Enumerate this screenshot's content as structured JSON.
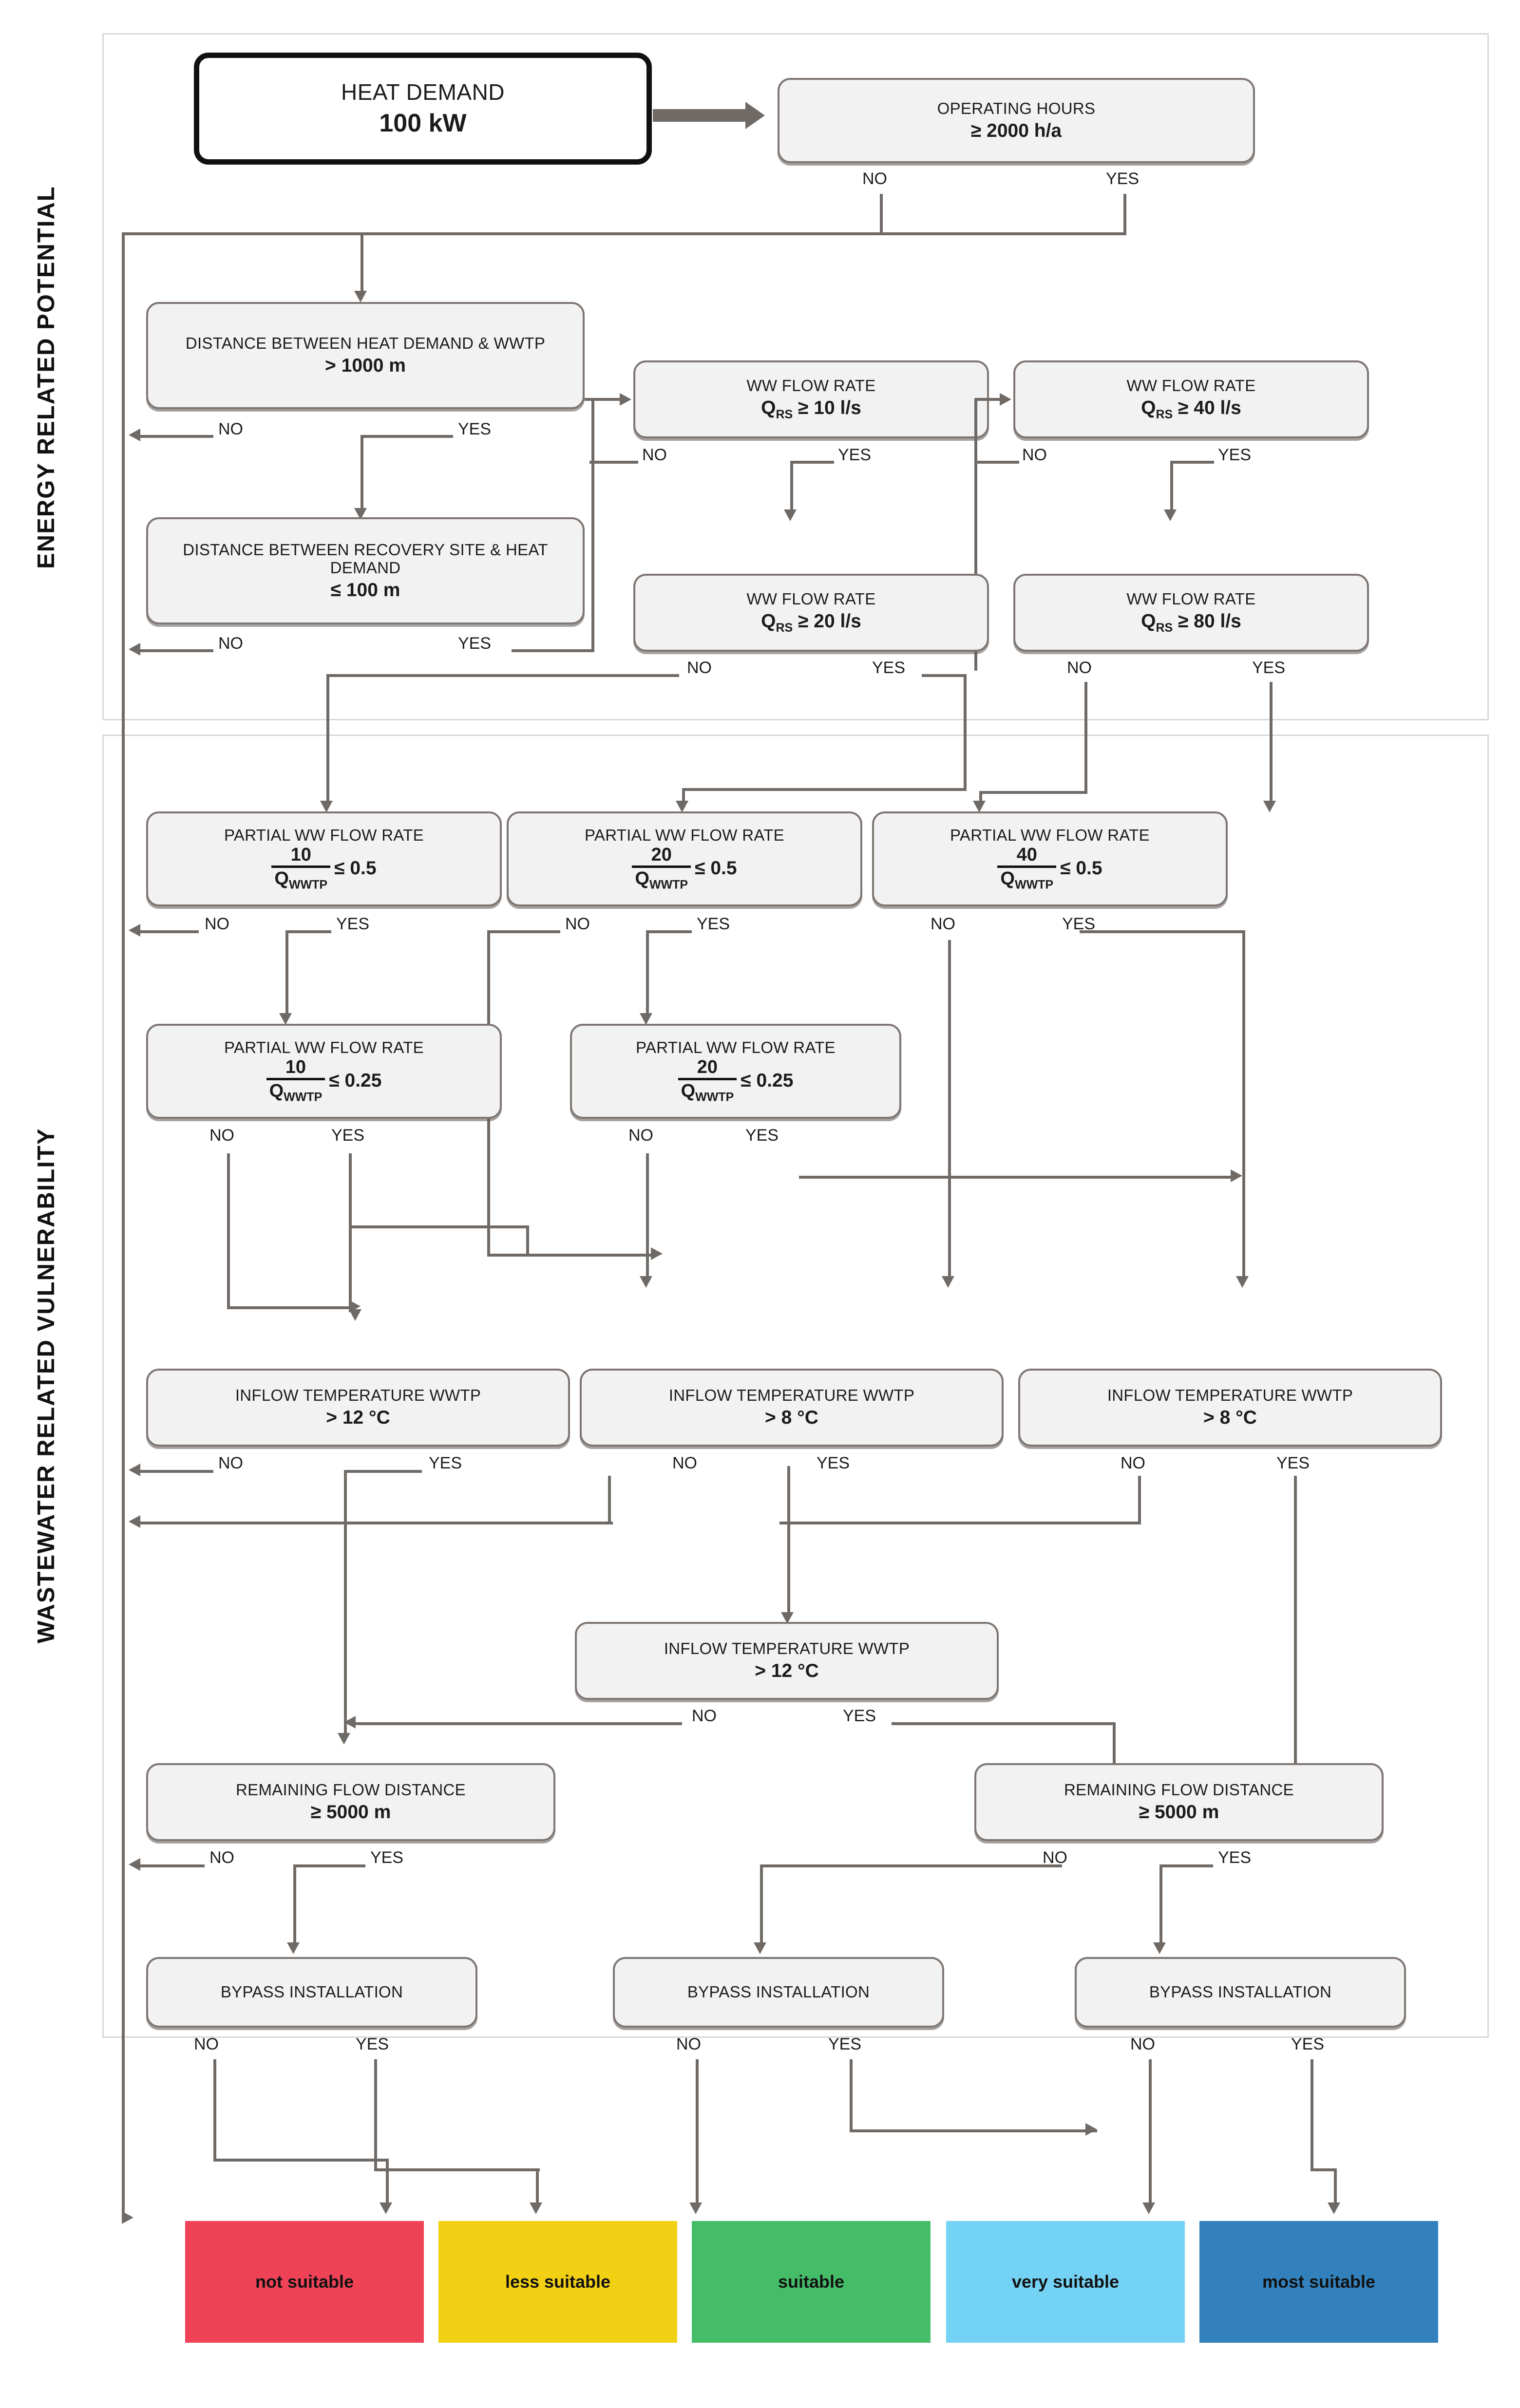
{
  "sections": {
    "energy": {
      "label": "ENERGY RELATED POTENTIAL"
    },
    "wastewater": {
      "label": "WASTEWATER RELATED VULNERABILITY"
    }
  },
  "labels": {
    "yes": "YES",
    "no": "NO"
  },
  "nodes": {
    "start": {
      "line1": "HEAT DEMAND",
      "line2": "100 kW"
    },
    "operating": {
      "line1": "OPERATING HOURS",
      "line2": "≥ 2000 h/a"
    },
    "dist_wwtp": {
      "line1": "DISTANCE BETWEEN HEAT DEMAND & WWTP",
      "line2": "> 1000 m"
    },
    "dist_site": {
      "line1": "DISTANCE BETWEEN RECOVERY SITE & HEAT DEMAND",
      "line2": "≤ 100 m"
    },
    "flow10": {
      "line1": "WW FLOW RATE",
      "line2": "QRS ≥ 10 l/s",
      "sym": "Q",
      "sub": "RS",
      "cmp": "≥ 10 l/s"
    },
    "flow40": {
      "line1": "WW FLOW RATE",
      "sym": "Q",
      "sub": "RS",
      "cmp": "≥ 40 l/s"
    },
    "flow20": {
      "line1": "WW FLOW RATE",
      "sym": "Q",
      "sub": "RS",
      "cmp": "≥ 20 l/s"
    },
    "flow80": {
      "line1": "WW FLOW RATE",
      "sym": "Q",
      "sub": "RS",
      "cmp": "≥ 80 l/s"
    },
    "partial10_50": {
      "line1": "PARTIAL  WW FLOW RATE",
      "num": "10",
      "den": "Q",
      "densub": "WWTP",
      "cmp": "≤ 0.5"
    },
    "partial20_50": {
      "line1": "PARTIAL  WW FLOW RATE",
      "num": "20",
      "den": "Q",
      "densub": "WWTP",
      "cmp": "≤ 0.5"
    },
    "partial40_50": {
      "line1": "PARTIAL  WW FLOW RATE",
      "num": "40",
      "den": "Q",
      "densub": "WWTP",
      "cmp": "≤ 0.5"
    },
    "partial10_25": {
      "line1": "PARTIAL  WW FLOW RATE",
      "num": "10",
      "den": "Q",
      "densub": "WWTP",
      "cmp": "≤ 0.25"
    },
    "partial20_25": {
      "line1": "PARTIAL  WW FLOW RATE",
      "num": "20",
      "den": "Q",
      "densub": "WWTP",
      "cmp": "≤ 0.25"
    },
    "temp12_left": {
      "line1": "INFLOW TEMPERATURE WWTP",
      "line2": "> 12 °C"
    },
    "temp8_mid": {
      "line1": "INFLOW TEMPERATURE WWTP",
      "line2": "> 8 °C"
    },
    "temp8_right": {
      "line1": "INFLOW TEMPERATURE WWTP",
      "line2": "> 8 °C"
    },
    "temp12_mid": {
      "line1": "INFLOW TEMPERATURE WWTP",
      "line2": "> 12 °C"
    },
    "dist_left": {
      "line1": "REMAINING  FLOW DISTANCE",
      "line2": "≥ 5000 m"
    },
    "dist_right": {
      "line1": "REMAINING  FLOW DISTANCE",
      "line2": "≥ 5000 m"
    },
    "bypass_left": {
      "line1": "BYPASS INSTALLATION"
    },
    "bypass_mid": {
      "line1": "BYPASS INSTALLATION"
    },
    "bypass_right": {
      "line1": "BYPASS INSTALLATION"
    }
  },
  "results": [
    {
      "label": "not suitable",
      "color": "#ef4256"
    },
    {
      "label": "less suitable",
      "color": "#f2d013"
    },
    {
      "label": "suitable",
      "color": "#45bd68"
    },
    {
      "label": "very suitable",
      "color": "#74d2f4"
    },
    {
      "label": "most suitable",
      "color": "#3281bd"
    }
  ],
  "colors": {
    "box_fill": "#f2f2f2",
    "box_border": "#7d7672",
    "connector": "#6f6a66",
    "frame": "#d8d8d8",
    "text": "#1b1b1b"
  },
  "chart_data": {
    "type": "diagram",
    "title": "Suitability assessment flowchart for wastewater heat recovery",
    "decision_flow": [
      {
        "id": "start",
        "text": "HEAT DEMAND 100 kW"
      },
      {
        "id": "operating",
        "text": "OPERATING HOURS ≥ 2000 h/a",
        "no": "not suitable",
        "yes": "DISTANCE BETWEEN HEAT DEMAND & WWTP > 1000 m"
      },
      {
        "id": "dist_wwtp",
        "text": "DISTANCE BETWEEN HEAT DEMAND & WWTP > 1000 m",
        "no": "not suitable",
        "yes": "DISTANCE BETWEEN RECOVERY SITE & HEAT DEMAND ≤ 100 m"
      },
      {
        "id": "dist_site",
        "text": "DISTANCE BETWEEN RECOVERY SITE & HEAT DEMAND ≤ 100 m",
        "no": "not suitable",
        "yes": "WW FLOW RATE QRS ≥ 10 l/s"
      },
      {
        "id": "flow10",
        "text": "WW FLOW RATE QRS ≥ 10 l/s",
        "no": "not suitable",
        "yes": "WW FLOW RATE QRS ≥ 20 l/s"
      },
      {
        "id": "flow20",
        "text": "WW FLOW RATE QRS ≥ 20 l/s",
        "no": "PARTIAL WW FLOW RATE 10/QWWTP ≤ 0.5",
        "yes": "WW FLOW RATE QRS ≥ 40 l/s"
      },
      {
        "id": "flow40",
        "text": "WW FLOW RATE QRS ≥ 40 l/s",
        "no": "PARTIAL WW FLOW RATE 20/QWWTP ≤ 0.5",
        "yes": "WW FLOW RATE QRS ≥ 80 l/s"
      },
      {
        "id": "flow80",
        "text": "WW FLOW RATE QRS ≥ 80 l/s",
        "no": "PARTIAL WW FLOW RATE 20/QWWTP ≤ 0.5",
        "yes": "PARTIAL WW FLOW RATE 40/QWWTP ≤ 0.5"
      },
      {
        "id": "partial10_50",
        "text": "PARTIAL WW FLOW RATE 10/QWWTP ≤ 0.5",
        "no": "not suitable",
        "yes": "PARTIAL WW FLOW RATE 10/QWWTP ≤ 0.25"
      },
      {
        "id": "partial20_50",
        "text": "PARTIAL WW FLOW RATE 20/QWWTP ≤ 0.5",
        "no": "not suitable",
        "yes": "PARTIAL WW FLOW RATE 20/QWWTP ≤ 0.25"
      },
      {
        "id": "partial40_50",
        "text": "PARTIAL WW FLOW RATE 40/QWWTP ≤ 0.5",
        "no": "INFLOW TEMPERATURE WWTP > 8 °C (mid)",
        "yes": "INFLOW TEMPERATURE WWTP > 8 °C (right)"
      },
      {
        "id": "partial10_25",
        "text": "PARTIAL WW FLOW RATE 10/QWWTP ≤ 0.25",
        "no": "INFLOW TEMPERATURE WWTP > 12 °C (left)",
        "yes": "INFLOW TEMPERATURE WWTP > 8 °C (mid)"
      },
      {
        "id": "partial20_25",
        "text": "PARTIAL WW FLOW RATE 20/QWWTP ≤ 0.25",
        "no": "INFLOW TEMPERATURE WWTP > 12 °C (left)",
        "yes": "INFLOW TEMPERATURE WWTP > 8 °C (right)"
      },
      {
        "id": "temp12_left",
        "text": "INFLOW TEMPERATURE WWTP > 12 °C",
        "no": "not suitable",
        "yes": "REMAINING FLOW DISTANCE ≥ 5000 m (left)"
      },
      {
        "id": "temp8_mid",
        "text": "INFLOW TEMPERATURE WWTP > 8 °C",
        "no": "not suitable",
        "yes": "INFLOW TEMPERATURE WWTP > 12 °C (mid)"
      },
      {
        "id": "temp8_right",
        "text": "INFLOW TEMPERATURE WWTP > 8 °C",
        "no": "not suitable",
        "yes": "REMAINING FLOW DISTANCE ≥ 5000 m (right)"
      },
      {
        "id": "temp12_mid",
        "text": "INFLOW TEMPERATURE WWTP > 12 °C",
        "no": "REMAINING FLOW DISTANCE ≥ 5000 m (left)",
        "yes": "REMAINING FLOW DISTANCE ≥ 5000 m (right)"
      },
      {
        "id": "dist_left",
        "text": "REMAINING FLOW DISTANCE ≥ 5000 m",
        "no": "not suitable",
        "yes": "BYPASS INSTALLATION (left)"
      },
      {
        "id": "dist_right",
        "text": "REMAINING FLOW DISTANCE ≥ 5000 m",
        "no": "BYPASS INSTALLATION (mid)",
        "yes": "BYPASS INSTALLATION (right)"
      },
      {
        "id": "bypass_left",
        "text": "BYPASS INSTALLATION",
        "no": "not suitable",
        "yes": "less suitable"
      },
      {
        "id": "bypass_mid",
        "text": "BYPASS INSTALLATION",
        "no": "suitable",
        "yes": "very suitable"
      },
      {
        "id": "bypass_right",
        "text": "BYPASS INSTALLATION",
        "no": "very suitable",
        "yes": "most suitable"
      }
    ],
    "outcomes": [
      "not suitable",
      "less suitable",
      "suitable",
      "very suitable",
      "most suitable"
    ]
  }
}
